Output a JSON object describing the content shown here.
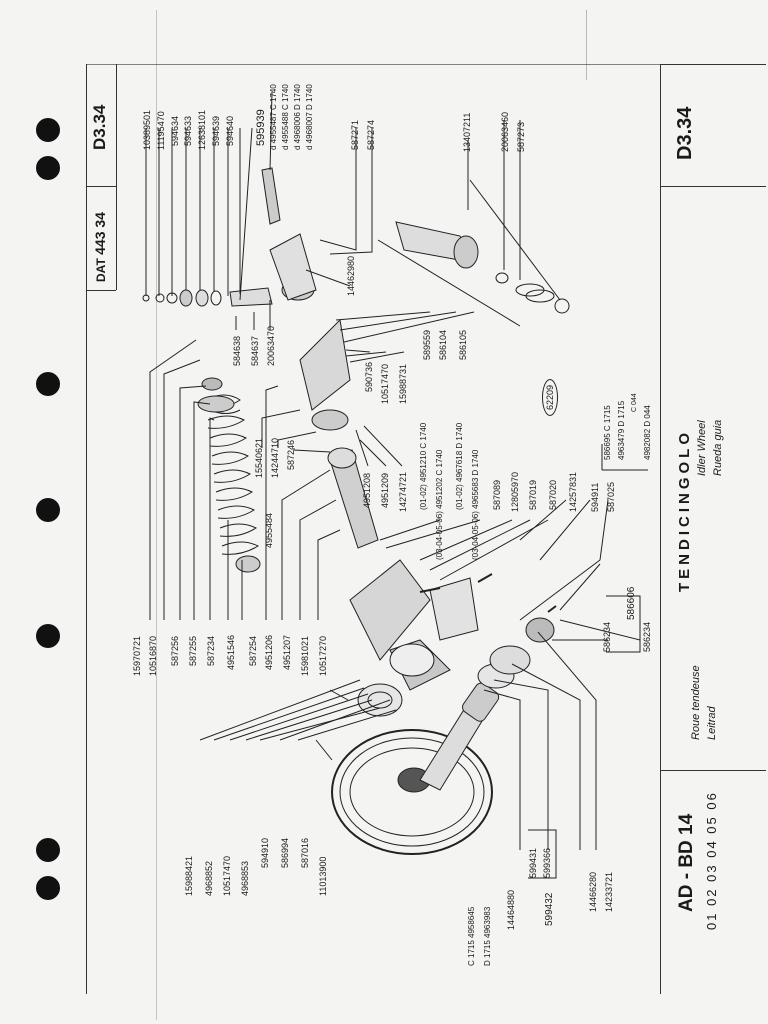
{
  "header_left": {
    "dat_label": "DAT",
    "dat_code": "443 34"
  },
  "page_code": "D3.34",
  "page_code_bottom": "D3.34",
  "title": {
    "it": "TENDICINGOLO",
    "fr": "Roue tendeuse",
    "de": "Leitrad",
    "en": "Idler Wheel",
    "es": "Rueda guia"
  },
  "model": {
    "name": "AD - BD 14",
    "variants": "01 02 03 04 05 06"
  },
  "figure_ref": "62209",
  "top_labels": [
    "10389501",
    "11195470",
    "594634",
    "594633",
    "12638101",
    "594639",
    "594640",
    "595939"
  ],
  "variant_group_top": [
    "d 4955487 C 1740",
    "d 4955488 C 1740",
    "d 4968006 D 1740",
    "d 4968007 D 1740"
  ],
  "mid_labels": [
    "587271",
    "587274",
    "13407211",
    "20063460",
    "587273"
  ],
  "center_labels": [
    "584638",
    "584637",
    "20063470",
    "14462980",
    "589559",
    "586104",
    "586105"
  ],
  "pivot_labels": [
    "590736",
    "10517470",
    "15988731"
  ],
  "pivot_variants": [
    "(01-02) 4951210 C 1740",
    "(03-04-05-06) 4951202 C 1740",
    "(01-02) 4967618 D 1740",
    "(03-04-05-06) 4965683 D 1740"
  ],
  "arm_labels": [
    "15540621",
    "14244710",
    "587246",
    "4951208",
    "4951209",
    "14274721",
    "587089",
    "12805970",
    "587019",
    "587020",
    "14257831",
    "594911",
    "587025"
  ],
  "right_variants": [
    "586695 C 1715",
    "4963479 D 1715",
    "C 044",
    "4982082 D 044"
  ],
  "right_group": [
    "586234",
    "586234",
    "586606"
  ],
  "left_column": [
    "15970721",
    "10516870",
    "587256",
    "587255",
    "587234",
    "4951546",
    "587254",
    "4951206",
    "4951207",
    "15981021",
    "10517270"
  ],
  "spring_label": "4955484",
  "bottom_left": [
    "15988421",
    "4968852",
    "10517470",
    "4968853",
    "594910",
    "586994",
    "587016",
    "11013900"
  ],
  "bottom_variant": [
    "C 1715  4958645",
    "D 1715  4963983"
  ],
  "bottom_mid": [
    "14464880",
    "599432",
    "599431",
    "599366",
    "14466280",
    "14233721"
  ]
}
